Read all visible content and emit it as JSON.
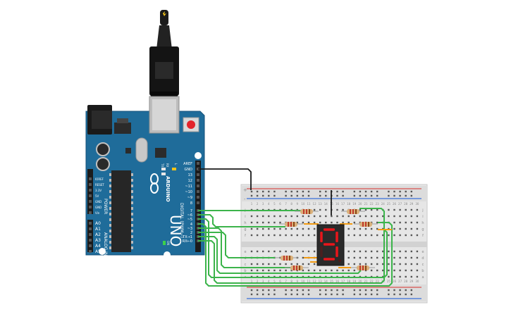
{
  "arduino": {
    "brand": "ARDUINO",
    "model": "UNO",
    "digital_header": "DIGITAL (PWM~)",
    "power_header": "POWER",
    "analog_header": "ANALOG IN",
    "digital_pins": [
      "AREF",
      "GND",
      "13",
      "12",
      "~11",
      "~10",
      "~9",
      "8",
      "7",
      "~6",
      "~5",
      "4",
      "~3",
      "2",
      "TX→1",
      "RX←0"
    ],
    "power_pins": [
      "IOREF",
      "RESET",
      "3.3V",
      "5V",
      "GND",
      "GND",
      "Vin"
    ],
    "analog_pins": [
      "A0",
      "A1",
      "A2",
      "A3",
      "A4",
      "A5"
    ],
    "led_labels": [
      "TX",
      "RX",
      "L"
    ],
    "on_label": "ON"
  },
  "breadboard": {
    "col_numbers_top": [
      "1",
      "2",
      "3",
      "4",
      "5",
      "6",
      "7",
      "8",
      "9",
      "10",
      "11",
      "12",
      "13",
      "14",
      "15",
      "16",
      "17",
      "18",
      "19",
      "20",
      "21",
      "22",
      "23",
      "24",
      "25",
      "26",
      "27",
      "28",
      "29",
      "30"
    ],
    "row_letters_top": [
      "j",
      "i",
      "h",
      "g",
      "f"
    ],
    "row_letters_bottom": [
      "e",
      "d",
      "c",
      "b",
      "a"
    ],
    "rail_plus": "+",
    "rail_minus": "-"
  },
  "display": {
    "digit": "9",
    "segment_color": "#e8161b"
  },
  "colors": {
    "board": "#1f6c9a",
    "wire_green": "#3cb44b",
    "wire_black": "#1a1a1a",
    "rail_red": "#d9534f",
    "rail_blue": "#3a6fd8"
  }
}
